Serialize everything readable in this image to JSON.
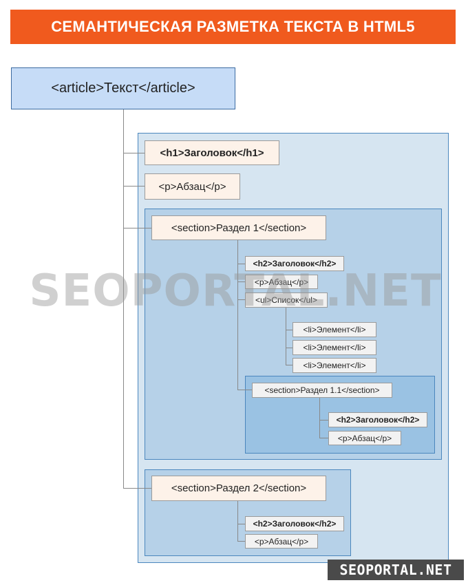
{
  "title": "СЕМАНТИЧЕСКАЯ РАЗМЕТКА ТЕКСТА В HTML5",
  "root": "<article>Текст</article>",
  "article": {
    "h1": "<h1>Заголовок</h1>",
    "p": "<p>Абзац</p>",
    "section1": {
      "label": "<section>Раздел 1</section>",
      "h2": "<h2>Заголовок</h2>",
      "p": "<p>Абзац</p>",
      "ul": "<ul>Список</ul>",
      "li": [
        "<li>Элемент</li>",
        "<li>Элемент</li>",
        "<li>Элемент</li>"
      ],
      "section11": {
        "label": "<section>Раздел 1.1</section>",
        "h2": "<h2>Заголовок</h2>",
        "p": "<p>Абзац</p>"
      }
    },
    "section2": {
      "label": "<section>Раздел 2</section>",
      "h2": "<h2>Заголовок</h2>",
      "p": "<p>Абзац</p>"
    }
  },
  "watermark": "SEOPORTAL.NET",
  "brand": "SEOPORTAL.NET"
}
